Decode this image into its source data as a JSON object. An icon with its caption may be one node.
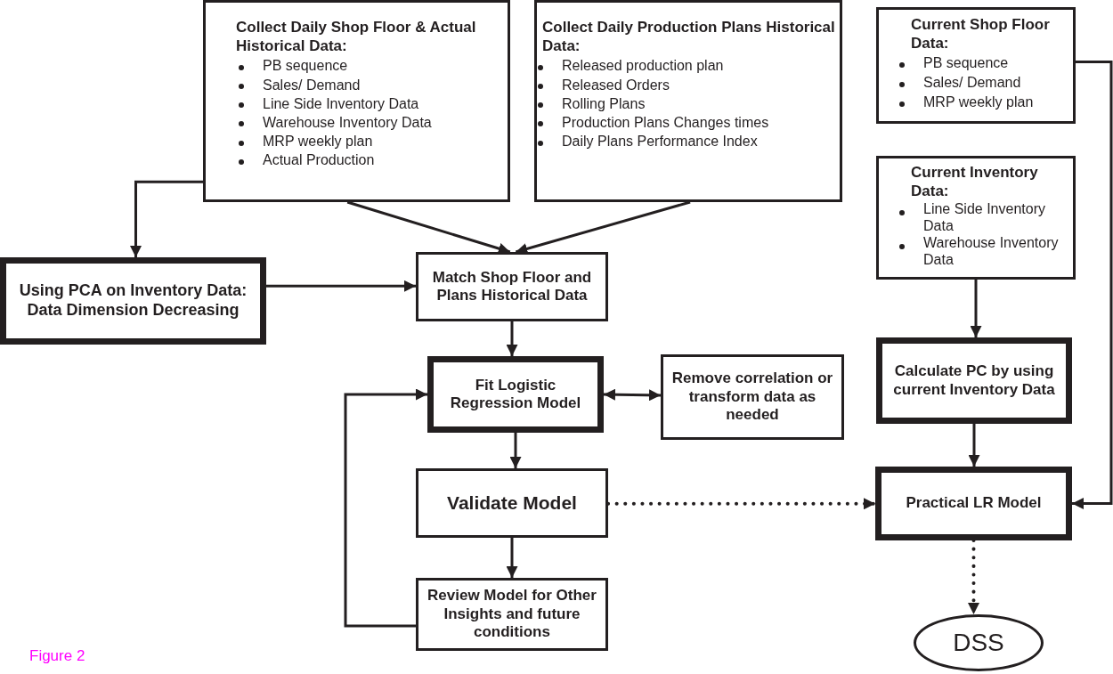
{
  "diagram": {
    "nodes": [
      {
        "text": [
          "Collect Daily Shop Floor & Actual Historical Data:",
          "PB sequence",
          "Sales/ Demand",
          "Line Side Inventory Data",
          "Warehouse  Inventory Data",
          "MRP weekly plan",
          "Actual Production"
        ]
      },
      {
        "text": [
          "Collect Daily Production Plans Historical Data:",
          "Released production plan",
          "Released Orders",
          "Rolling Plans",
          "Production Plans Changes  times",
          "Daily Plans Performance Index"
        ]
      },
      {
        "text": [
          "Current Shop Floor Data:",
          "PB sequence",
          "Sales/ Demand",
          "MRP weekly plan"
        ]
      },
      {
        "text": [
          "Current Inventory Data:",
          "Line Side Inventory Data",
          "Warehouse Inventory Data"
        ]
      },
      {
        "text": [
          "Using PCA on Inventory Data: Data Dimension Decreasing"
        ]
      },
      {
        "text": [
          "Match Shop Floor and Plans Historical Data"
        ]
      },
      {
        "text": [
          "Fit Logistic Regression Model"
        ]
      },
      {
        "text": [
          "Remove correlation or transform data as needed"
        ]
      },
      {
        "text": [
          "Validate Model"
        ]
      },
      {
        "text": [
          "Review Model for Other Insights and future conditions"
        ]
      },
      {
        "text": [
          "Calculate PC by using current Inventory Data"
        ]
      },
      {
        "text": [
          "Practical LR Model"
        ]
      },
      {
        "text": [
          "DSS"
        ]
      }
    ],
    "edges": [
      {
        "from": 0,
        "to": 4,
        "arrow": "to"
      },
      {
        "from": 0,
        "to": 5,
        "arrow": "to"
      },
      {
        "from": 1,
        "to": 5,
        "arrow": "to"
      },
      {
        "from": 4,
        "to": 5,
        "arrow": "to"
      },
      {
        "from": 5,
        "to": 6,
        "arrow": "to"
      },
      {
        "from": 6,
        "to": 7,
        "arrow": "both"
      },
      {
        "from": 6,
        "to": 8,
        "arrow": "to"
      },
      {
        "from": 8,
        "to": 9,
        "arrow": "to"
      },
      {
        "from": 9,
        "to": 6,
        "arrow": "to"
      },
      {
        "from": 8,
        "to": 11,
        "arrow": "to",
        "style": "dashed"
      },
      {
        "from": 3,
        "to": 10,
        "arrow": "to"
      },
      {
        "from": 10,
        "to": 11,
        "arrow": "to"
      },
      {
        "from": 2,
        "to": 11,
        "arrow": "to"
      },
      {
        "from": 11,
        "to": 12,
        "arrow": "to",
        "style": "dashed"
      }
    ],
    "labels": [
      "Figure 2"
    ]
  }
}
